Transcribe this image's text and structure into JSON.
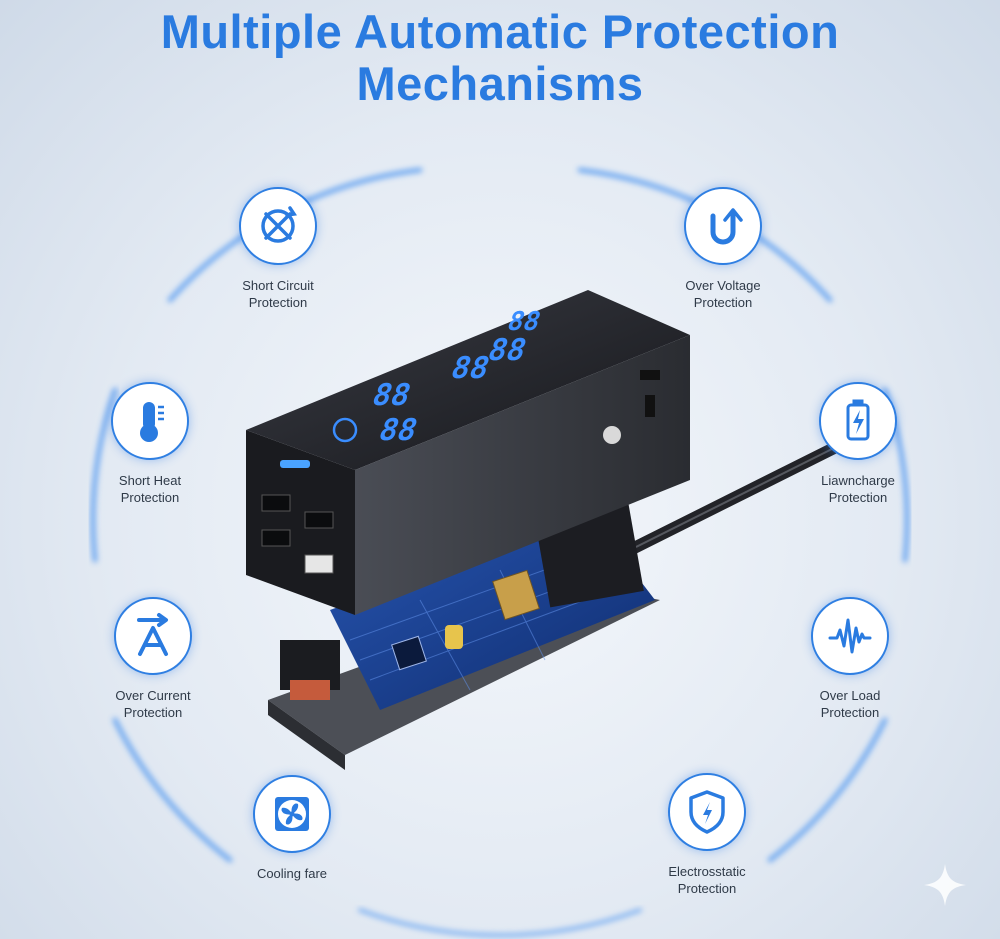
{
  "title": {
    "line1": "Multiple Automatic Protection",
    "line2": "Mechanisms"
  },
  "features": [
    {
      "icon": "short-circuit-icon",
      "line1": "Short Circuit",
      "line2": "Protection"
    },
    {
      "icon": "over-voltage-icon",
      "line1": "Over Voltage",
      "line2": "Protection"
    },
    {
      "icon": "thermometer-icon",
      "line1": "Short Heat",
      "line2": "Protection"
    },
    {
      "icon": "battery-charge-icon",
      "line1": "Liawncharge",
      "line2": "Protection"
    },
    {
      "icon": "current-a-icon",
      "line1": "Over Current",
      "line2": "Protection"
    },
    {
      "icon": "waveform-icon",
      "line1": "Over Load",
      "line2": "Protection"
    },
    {
      "icon": "fan-icon",
      "line1": "Cooling fare",
      "line2": ""
    },
    {
      "icon": "shield-bolt-icon",
      "line1": "Electrosstatic",
      "line2": "Protection"
    }
  ],
  "colors": {
    "accent": "#2a7be0",
    "ring": "#2f7fe2",
    "label": "#2f3a48",
    "device_body": "#2b2d33",
    "display_digits": "#3a8dff",
    "pcb": "#1c3f8a"
  },
  "display": {
    "readout_a": "88",
    "readout_b": "88",
    "readout_c": "88",
    "readout_d": "88",
    "readout_e": "88"
  }
}
